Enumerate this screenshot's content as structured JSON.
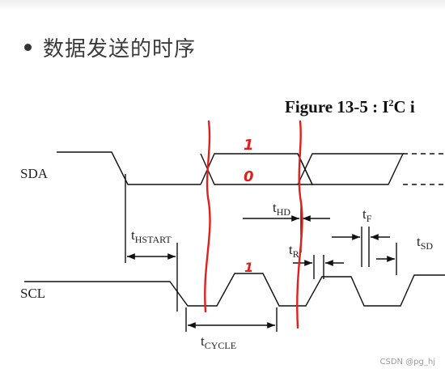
{
  "heading": {
    "bullet_text": "数据发送的时序"
  },
  "figure": {
    "title_prefix": "Figure 13-5 : I",
    "title_sup": "2",
    "title_suffix": "C i"
  },
  "signals": {
    "sda": "SDA",
    "scl": "SCL"
  },
  "timing_labels": {
    "hstart_t": "t",
    "hstart_sub": "HSTART",
    "hd_t": "t",
    "hd_sub": "HD",
    "r_t": "t",
    "r_sub": "R",
    "f_t": "t",
    "f_sub": "F",
    "sd_t": "t",
    "sd_sub": "SD",
    "cycle_t": "t",
    "cycle_sub": "CYCLE"
  },
  "annotations": {
    "sda_one": "1",
    "sda_zero": "0",
    "scl_one": "1"
  },
  "annotation_color": "#e0201c",
  "watermark": "CSDN @pg_hj"
}
